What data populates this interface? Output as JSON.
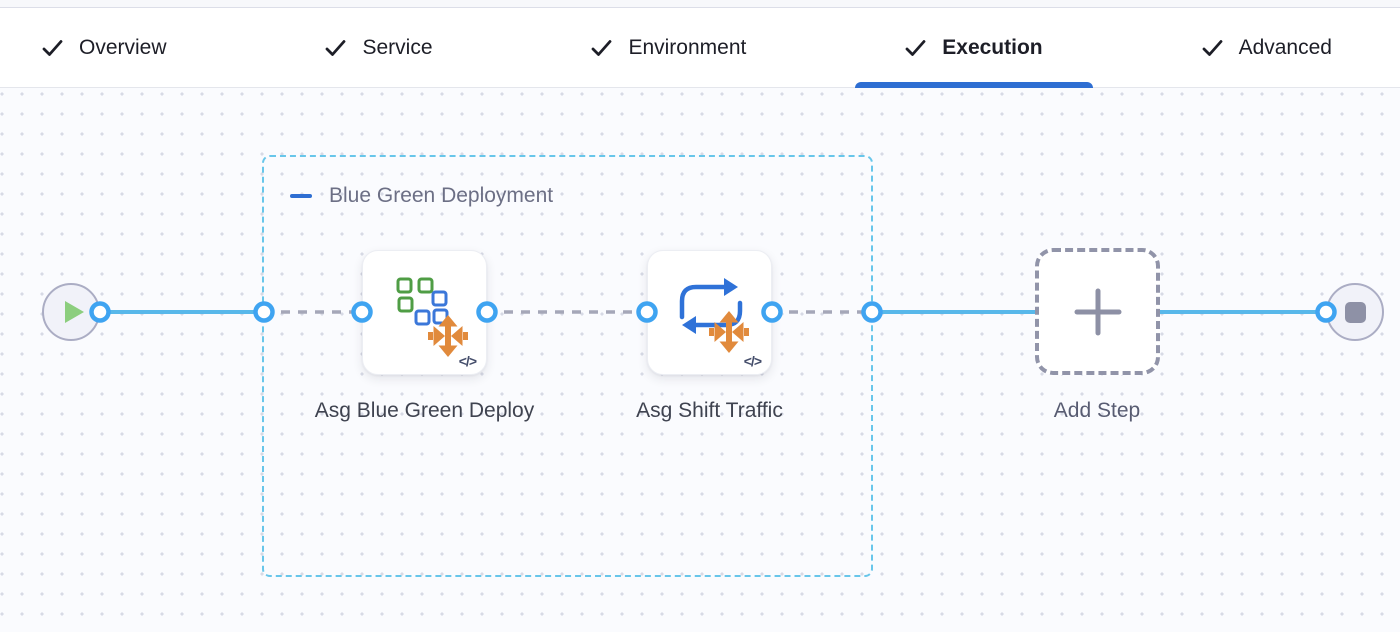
{
  "tab_bar": {
    "tabs": [
      {
        "label": "Overview",
        "checked": true,
        "active": false
      },
      {
        "label": "Service",
        "checked": true,
        "active": false
      },
      {
        "label": "Environment",
        "checked": true,
        "active": false
      },
      {
        "label": "Execution",
        "checked": true,
        "active": true
      },
      {
        "label": "Advanced",
        "checked": true,
        "active": false
      }
    ]
  },
  "pipeline": {
    "group": {
      "title": "Blue Green Deployment"
    },
    "steps": [
      {
        "label": "Asg Blue Green Deploy",
        "code_icon_glyph": "</>"
      },
      {
        "label": "Asg Shift Traffic",
        "code_icon_glyph": "</>"
      }
    ],
    "add_step": {
      "label": "Add Step"
    }
  },
  "colors": {
    "active_tab_underline": "#2e6ed2",
    "solid_link_blue": "#58b8ea",
    "port_ring_blue": "#3fa4f1",
    "group_dashed_border": "#68c6ea",
    "start_play_green": "#8cce7e",
    "asg_badge_orange": "#e18a3c",
    "square_green": "#4f9d45",
    "square_blue": "#3b77d9"
  }
}
